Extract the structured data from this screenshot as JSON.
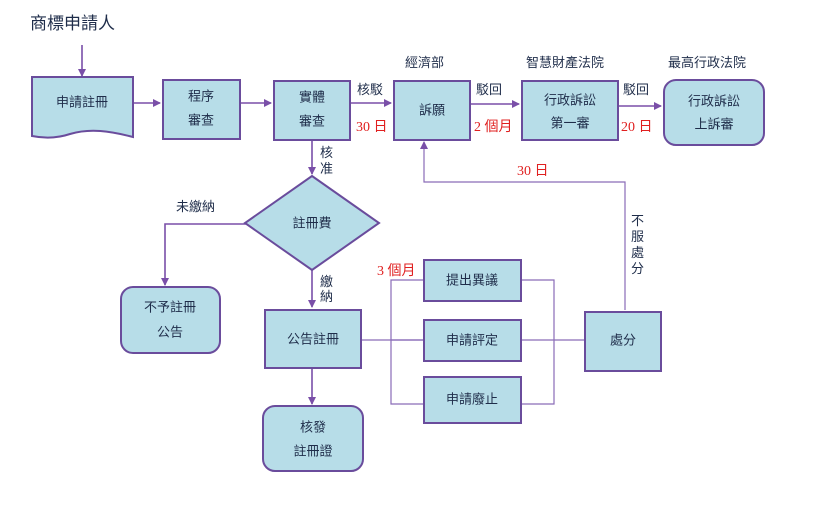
{
  "diagram": {
    "title": "商標申請人",
    "colors": {
      "box_fill": "#b7dde8",
      "box_stroke": "#6a4c9c",
      "arrow": "#7a4fa8",
      "text": "#1f2d4a",
      "deadline": "#e02020"
    },
    "nodes": {
      "apply": "申請註冊",
      "formal_line1": "程序",
      "formal_line2": "審查",
      "substantive_line1": "實體",
      "substantive_line2": "審查",
      "appeal": "訴願",
      "admin1_line1": "行政訴訟",
      "admin1_line2": "第一審",
      "admin2_line1": "行政訴訟",
      "admin2_line2": "上訴審",
      "fee": "註冊費",
      "not_published_line1": "不予註冊",
      "not_published_line2": "公告",
      "publish": "公告註冊",
      "certificate_line1": "核發",
      "certificate_line2": "註冊證",
      "opposition": "提出異議",
      "invalidation": "申請評定",
      "revocation": "申請廢止",
      "disposition": "處分"
    },
    "agencies": {
      "moea": "經濟部",
      "ip_court": "智慧財產法院",
      "supreme_admin_court": "最高行政法院"
    },
    "edge_labels": {
      "rejected": "核駁",
      "dismissed1": "駁回",
      "dismissed2": "駁回",
      "approved_1": "核",
      "approved_2": "准",
      "unpaid": "未繳納",
      "paid_1": "繳",
      "paid_2": "納",
      "disagree_1": "不",
      "disagree_2": "服",
      "disagree_3": "處",
      "disagree_4": "分"
    },
    "deadlines": {
      "appeal": "30 日",
      "admin1": "2 個月",
      "admin2": "20 日",
      "disposition_appeal": "30 日",
      "opposition": "3 個月"
    }
  }
}
